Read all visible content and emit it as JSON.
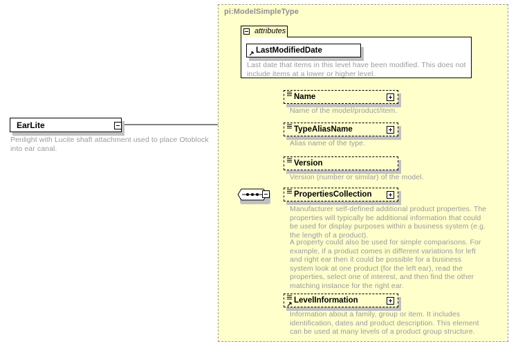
{
  "diagram": {
    "type": "xsd-schema-diagram",
    "colors": {
      "panel_bg": "#ffffcc",
      "panel_border": "#9a9a9a",
      "node_bg": "#ffffff",
      "description_text": "#9a9a9a",
      "line": "#000000",
      "shadow": "#c0c0c0"
    }
  },
  "root": {
    "name": "EarLite",
    "documentation": "Penlight with Lucite shaft attachment used to place Otoblock into ear canal.",
    "toggle": "minus"
  },
  "model": {
    "title": "pi:ModelSimpleType",
    "attributes_group": {
      "label": "attributes",
      "toggle": "minus",
      "items": [
        {
          "name": "LastModifiedDate",
          "documentation": "Last date that items in this level have been modified. This does not include items at a lower or higher level."
        }
      ]
    },
    "compositor": {
      "kind": "sequence",
      "toggle": "minus"
    },
    "elements": [
      {
        "name": "Name",
        "documentation": "Name of the model/product/item.",
        "toggle": "plus",
        "has_toggle": true,
        "width": 166
      },
      {
        "name": "TypeAliasName",
        "documentation": "Alias name of the type.",
        "toggle": "plus",
        "has_toggle": true,
        "width": 166
      },
      {
        "name": "Version",
        "documentation": "Version (number or similar) of the model.",
        "toggle": "",
        "has_toggle": false,
        "width": 166
      },
      {
        "name": "PropertiesCollection",
        "documentation": "Manufacturer self-defined additional product properties.  The properties will typically be additional information that could be used for display purposes within a business system (e.g. the length of a product).",
        "documentation2": "A property could also be used for simple comparisons.  For example, if a product comes in different variations for left and right ear then it could be possible for a business system look at one product (for the left ear), read the properties, select one of interest, and then find the other matching instance for the right ear.",
        "toggle": "plus",
        "has_toggle": true,
        "width": 166
      },
      {
        "name": "LevelInformation",
        "documentation": "Information about a family, group or item. It includes identification, dates and product description. This element can be used at many levels of a product group structure.",
        "toggle": "plus",
        "has_toggle": true,
        "width": 166
      }
    ]
  }
}
